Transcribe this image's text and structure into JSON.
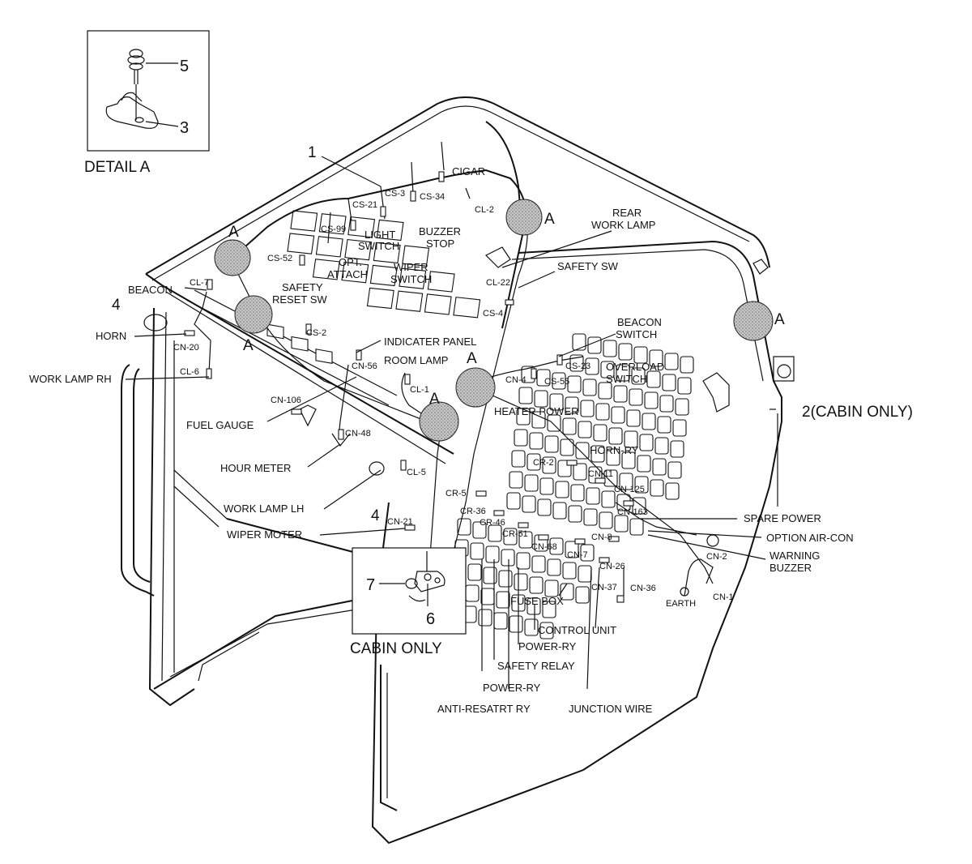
{
  "detail_box": {
    "title": "DETAIL A",
    "item_5": "5",
    "item_3": "3"
  },
  "cabin_box": {
    "title": "CABIN ONLY",
    "item_7": "7",
    "item_6": "6"
  },
  "markers": {
    "a": "A",
    "item_1": "1",
    "item_2": "2(CABIN ONLY)",
    "item_4": "4"
  },
  "labels": {
    "cigar": "CIGAR",
    "cs_3": "CS-3",
    "cs_34": "CS-34",
    "cs_21": "CS-21",
    "cl_2": "CL-2",
    "rear_work_lamp_1": "REAR",
    "rear_work_lamp_2": "WORK LAMP",
    "cs_99": "CS-99",
    "light_switch_1": "LIGHT",
    "light_switch_2": "SWITCH",
    "buzzer_stop_1": "BUZZER",
    "buzzer_stop_2": "STOP",
    "cs_52": "CS-52",
    "opt_attach_1": "OPT.",
    "opt_attach_2": "ATTACH",
    "wiper_switch_1": "WIPER",
    "wiper_switch_2": "SWITCH",
    "safety_sw": "SAFETY SW",
    "cl_22": "CL-22",
    "safety_reset_1": "SAFETY",
    "safety_reset_2": "RESET SW",
    "beacon": "BEACON",
    "cl_7": "CL-7",
    "cs_4": "CS-4",
    "horn": "HORN",
    "cn_20": "CN-20",
    "cs_2": "CS-2",
    "indicater_panel": "INDICATER PANEL",
    "beacon_switch_1": "BEACON",
    "beacon_switch_2": "SWITCH",
    "work_lamp_rh": "WORK LAMP RH",
    "cl_6": "CL-6",
    "cn_56": "CN-56",
    "room_lamp": "ROOM LAMP",
    "cs_23": "CS-23",
    "cn_4": "CN-4",
    "cs_55": "CS-55",
    "overload_1": "OVERLOAD",
    "overload_2": "SWITCH",
    "cl_1": "CL-1",
    "cn_106": "CN-106",
    "fuel_gauge": "FUEL GAUGE",
    "heater_power": "HEATER POWER",
    "cn_48": "CN-48",
    "horn_ry": "HORN-RY",
    "hour_meter": "HOUR METER",
    "cr_2": "CR-2",
    "cn_11": "CN-11",
    "cl_5": "CL-5",
    "cn_125": "CN-125",
    "cr_5": "CR-5",
    "work_lamp_lh": "WORK LAMP LH",
    "cr_36": "CR-36",
    "cn_163": "CN-163",
    "spare_power": "SPARE POWER",
    "cn_21": "CN-21",
    "cr_46": "CR-46",
    "cr_51": "CR-51",
    "cn_8": "CN-8",
    "option_air_con": "OPTION AIR-CON",
    "wiper_moter": "WIPER MOTER",
    "cn_68": "CN-68",
    "cn_7": "CN-7",
    "cn_2": "CN-2",
    "warning_buzzer_1": "WARNING",
    "warning_buzzer_2": "BUZZER",
    "cn_26": "CN-26",
    "cn_37": "CN-37",
    "cn_36": "CN-36",
    "fuse_box": "FUSE BOX",
    "earth": "EARTH",
    "cn_1": "CN-1",
    "control_unit": "CONTROL UNIT",
    "power_ry_1": "POWER-RY",
    "safety_relay": "SAFETY RELAY",
    "power_ry_2": "POWER-RY",
    "anti_restart": "ANTI-RESATRT RY",
    "junction_wire": "JUNCTION WIRE"
  }
}
